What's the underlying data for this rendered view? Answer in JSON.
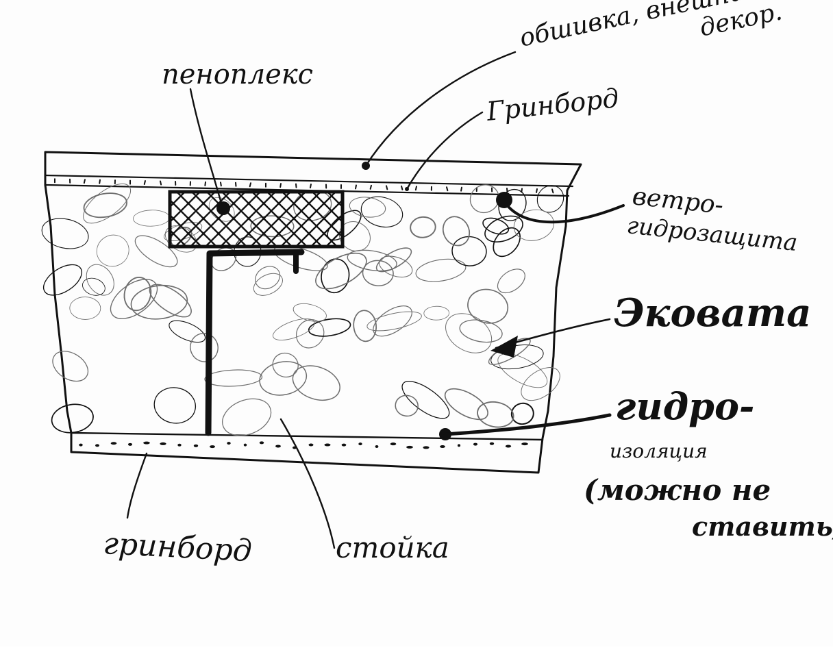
{
  "labels": {
    "penoplex": "пеноплекс",
    "cladding_line1": "обшивка, внешний",
    "cladding_line2": "декор.",
    "grinboard_top": "Гринборд",
    "wind_line1": "ветро-",
    "wind_line2": "гидрозащита",
    "ecowool": "Эковата",
    "hydro_line1": "гидро-",
    "hydro_line2": "изоляция",
    "hydro_line3": "(можно не",
    "hydro_line4": "ставить)",
    "grinboard_bottom": "гринборд",
    "stud": "стойка"
  },
  "colors": {
    "ink": "#111111",
    "paper": "#fdfdfd"
  }
}
